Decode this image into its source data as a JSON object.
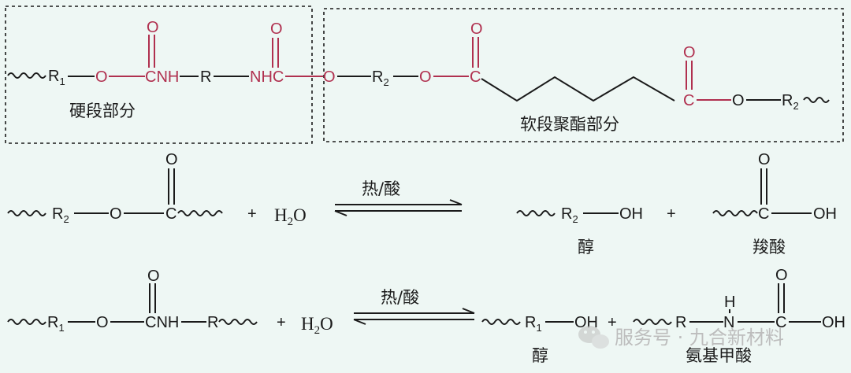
{
  "structure": {
    "r1": "R",
    "r1_sub": "1",
    "r2": "R",
    "r2_sub": "2",
    "r": "R",
    "o": "O",
    "cnh": "CNH",
    "nhc": "NHC",
    "c": "C",
    "hard_segment_label": "硬段部分",
    "soft_segment_label": "软段聚酯部分"
  },
  "reaction1": {
    "plus1": "+",
    "water_h": "H",
    "water_sub": "2",
    "water_o": "O",
    "condition": "热/酸",
    "oh": "OH",
    "plus2": "+",
    "product1_label": "醇",
    "product2_label": "羧酸"
  },
  "reaction2": {
    "nh": "NH",
    "plus1": "+",
    "water_h": "H",
    "water_sub": "2",
    "water_o": "O",
    "condition": "热/酸",
    "plus2": "+",
    "n": "N",
    "h": "H",
    "product1_label": "醇",
    "product2_label": "氨基甲酸"
  },
  "watermark": {
    "text": "服务号 · 九合新材料",
    "icon": "wechat-icon"
  },
  "colors": {
    "highlight": "#b0304f",
    "ink": "#1a1a1a",
    "background": "#eef7f4"
  }
}
